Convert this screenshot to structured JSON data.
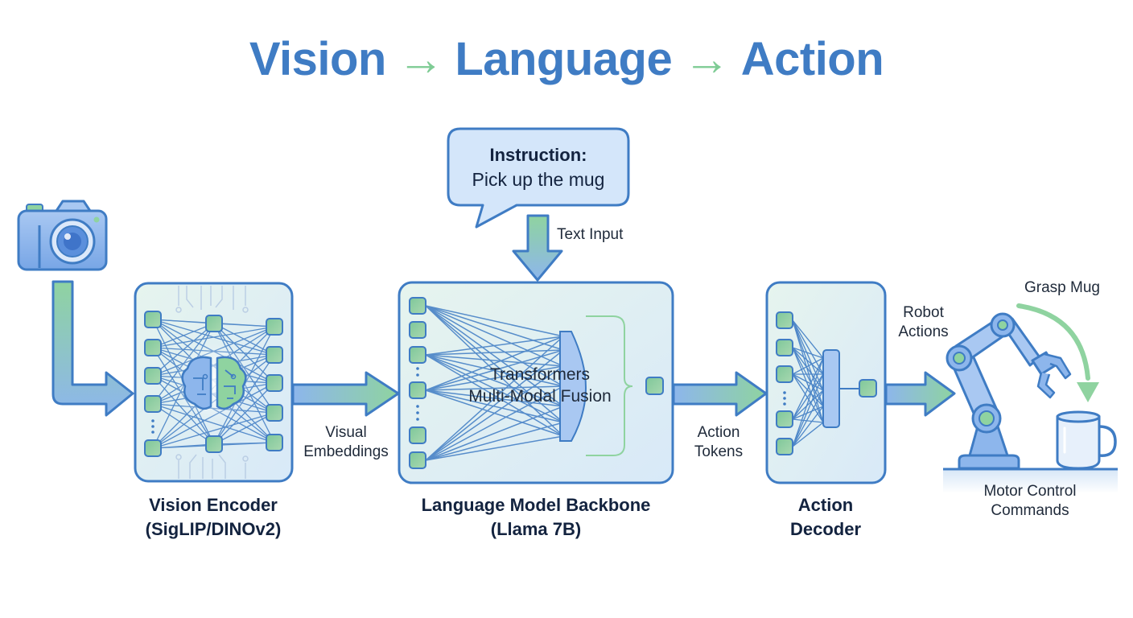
{
  "title": {
    "parts": [
      "Vision",
      "Language",
      "Action"
    ],
    "separator": "→"
  },
  "colors": {
    "primary_blue": "#3f7cc4",
    "accent_green": "#7fcc95",
    "box_fill": "#e3f0f8",
    "node_green": "#8fcfa0",
    "text_dark": "#13233f"
  },
  "instruction": {
    "title": "Instruction:",
    "text": "Pick up the mug"
  },
  "flow_labels": {
    "text_input": "Text Input",
    "visual_embeddings_1": "Visual",
    "visual_embeddings_2": "Embeddings",
    "action_tokens_1": "Action",
    "action_tokens_2": "Tokens",
    "robot_actions_1": "Robot",
    "robot_actions_2": "Actions",
    "grasp_mug": "Grasp Mug",
    "motor_control_1": "Motor Control",
    "motor_control_2": "Commands"
  },
  "backbone": {
    "line1": "Transformers",
    "line2": "Multi-Modal Fusion"
  },
  "modules": [
    {
      "name": "Vision Encoder",
      "detail": "(SigLIP/DINOv2)"
    },
    {
      "name": "Language Model Backbone",
      "detail": "(Llama 7B)"
    },
    {
      "name": "Action",
      "detail": "Decoder"
    }
  ],
  "icons": [
    "camera-icon",
    "brain-icon",
    "robot-arm-icon",
    "mug-icon"
  ]
}
